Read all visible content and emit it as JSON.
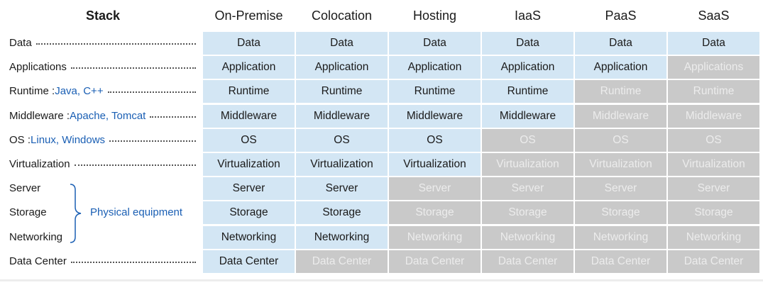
{
  "header": {
    "stack": "Stack",
    "columns": [
      "On-Premise",
      "Colocation",
      "Hosting",
      "IaaS",
      "PaaS",
      "SaaS"
    ]
  },
  "stack_labels": [
    {
      "name": "Data",
      "detail": ""
    },
    {
      "name": "Applications",
      "detail": ""
    },
    {
      "name": "Runtime : ",
      "detail": "Java, C++"
    },
    {
      "name": "Middleware : ",
      "detail": "Apache, Tomcat"
    },
    {
      "name": "OS : ",
      "detail": "Linux, Windows"
    },
    {
      "name": "Virtualization",
      "detail": ""
    },
    {
      "name": "Server",
      "detail": ""
    },
    {
      "name": "Storage",
      "detail": ""
    },
    {
      "name": "Networking",
      "detail": ""
    },
    {
      "name": "Data Center",
      "detail": ""
    }
  ],
  "physical_equipment": "Physical equipment",
  "rows": [
    {
      "cells": [
        "Data",
        "Data",
        "Data",
        "Data",
        "Data",
        "Data"
      ],
      "managed": [
        1,
        1,
        1,
        1,
        1,
        1
      ]
    },
    {
      "cells": [
        "Application",
        "Application",
        "Application",
        "Application",
        "Application",
        "Applications"
      ],
      "managed": [
        1,
        1,
        1,
        1,
        1,
        0
      ]
    },
    {
      "cells": [
        "Runtime",
        "Runtime",
        "Runtime",
        "Runtime",
        "Runtime",
        "Runtime"
      ],
      "managed": [
        1,
        1,
        1,
        1,
        0,
        0
      ]
    },
    {
      "cells": [
        "Middleware",
        "Middleware",
        "Middleware",
        "Middleware",
        "Middleware",
        "Middleware"
      ],
      "managed": [
        1,
        1,
        1,
        1,
        0,
        0
      ]
    },
    {
      "cells": [
        "OS",
        "OS",
        "OS",
        "OS",
        "OS",
        "OS"
      ],
      "managed": [
        1,
        1,
        1,
        0,
        0,
        0
      ]
    },
    {
      "cells": [
        "Virtualization",
        "Virtualization",
        "Virtualization",
        "Virtualization",
        "Virtualization",
        "Virtualization"
      ],
      "managed": [
        1,
        1,
        1,
        0,
        0,
        0
      ]
    },
    {
      "cells": [
        "Server",
        "Server",
        "Server",
        "Server",
        "Server",
        "Server"
      ],
      "managed": [
        1,
        1,
        0,
        0,
        0,
        0
      ]
    },
    {
      "cells": [
        "Storage",
        "Storage",
        "Storage",
        "Storage",
        "Storage",
        "Storage"
      ],
      "managed": [
        1,
        1,
        0,
        0,
        0,
        0
      ]
    },
    {
      "cells": [
        "Networking",
        "Networking",
        "Networking",
        "Networking",
        "Networking",
        "Networking"
      ],
      "managed": [
        1,
        1,
        0,
        0,
        0,
        0
      ]
    },
    {
      "cells": [
        "Data Center",
        "Data Center",
        "Data Center",
        "Data Center",
        "Data Center",
        "Data Center"
      ],
      "managed": [
        1,
        0,
        0,
        0,
        0,
        0
      ]
    }
  ],
  "colors": {
    "managed": "#d3e6f4",
    "provided": "#c9c9c9",
    "label_accent": "#1a5fb4"
  }
}
